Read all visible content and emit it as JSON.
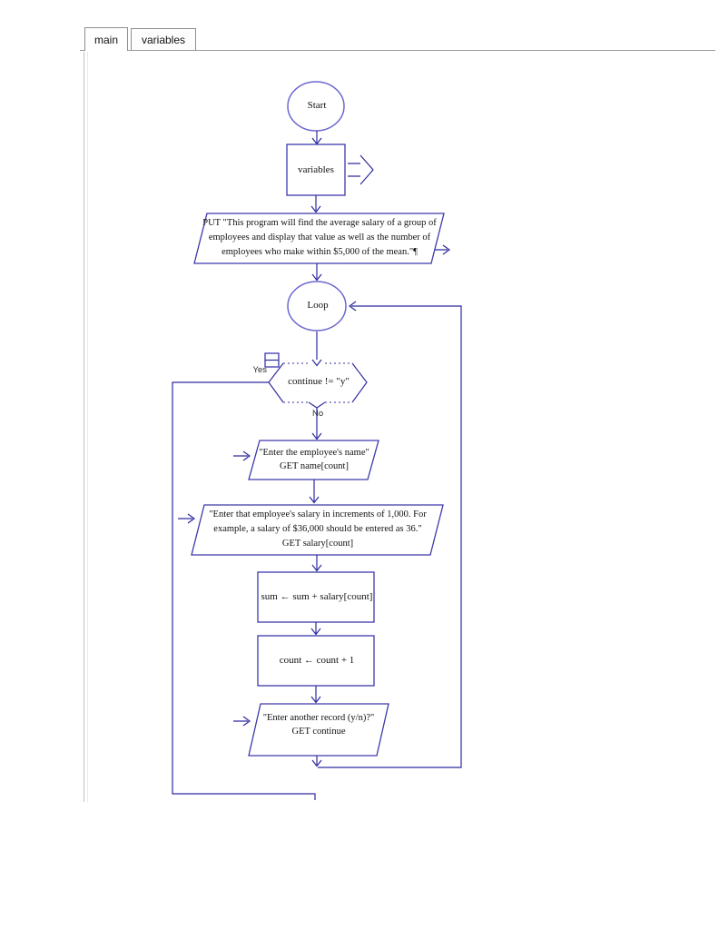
{
  "window": {
    "tabs": [
      {
        "label": "main",
        "active": true
      },
      {
        "label": "variables",
        "active": false
      }
    ]
  },
  "colors": {
    "shape_stroke": "#3d39ab",
    "oval_stroke": "#6c68cf",
    "line": "#2d2b9f",
    "canvas_border": "#c0c0c0",
    "text": "#121212"
  },
  "flowchart": {
    "start_label": "Start",
    "variables_label": "variables",
    "put_text": "PUT \"This program will find the average salary of a group of employees and display that value as well as the number of employees who make within $5,000 of the mean.\"¶",
    "loop_label": "Loop",
    "decision_text": "continue != \"y\"",
    "yes_label": "Yes",
    "no_label": "No",
    "name_prompt": "\"Enter the employee's name\"",
    "name_get": "GET name[count]",
    "salary_prompt": "\"Enter that employee's salary in increments of 1,000. For example, a salary of $36,000 should be entered as 36.\"",
    "salary_get": "GET salary[count]",
    "sum_text": "sum ← sum + salary[count]",
    "count_text": "count ← count + 1",
    "continue_prompt": "\"Enter another record (y/n)?\"",
    "continue_get": "GET continue"
  }
}
